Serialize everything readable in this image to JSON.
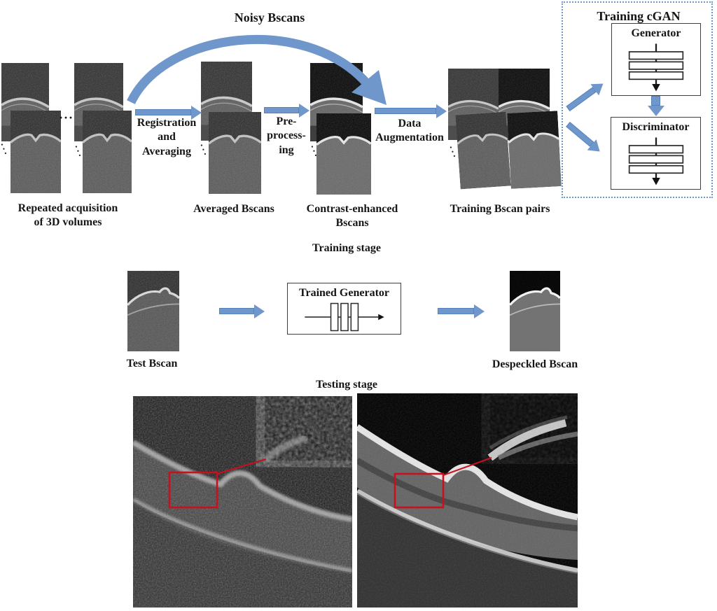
{
  "training": {
    "noisy_label": "Noisy Bscans",
    "caption_repeated": {
      "l1": "Repeated acquisition",
      "l2": "of 3D volumes"
    },
    "arrow_registration": {
      "l1": "Registration",
      "l2": "and",
      "l3": "Averaging"
    },
    "caption_averaged": "Averaged Bscans",
    "arrow_preprocessing": {
      "l1": "Pre-",
      "l2": "process-",
      "l3": "ing"
    },
    "caption_contrast": {
      "l1": "Contrast-enhanced",
      "l2": "Bscans"
    },
    "arrow_augmentation": {
      "l1": "Data",
      "l2": "Augmentation"
    },
    "caption_pairs": "Training Bscan pairs",
    "stage_label": "Training stage",
    "cgan": {
      "title": "Training cGAN",
      "generator": "Generator",
      "discriminator": "Discriminator"
    }
  },
  "testing": {
    "caption_test": "Test Bscan",
    "generator_box": "Trained Generator",
    "caption_despeckled": "Despeckled Bscan",
    "stage_label": "Testing stage"
  },
  "decor": {
    "ellipsis": "···"
  },
  "colors": {
    "arrow_blue": "#6f97cb",
    "cgan_border_blue": "#6a9ad2",
    "box_border": "#3e3e3e",
    "highlight_red": "#c8101e",
    "background": "#ffffff"
  }
}
